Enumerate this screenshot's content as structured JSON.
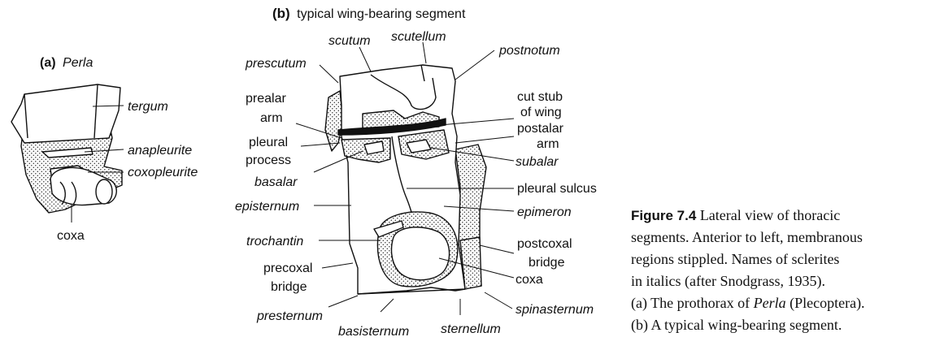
{
  "panel_a": {
    "tag": "(a)",
    "name": "Perla",
    "labels": {
      "tergum": "tergum",
      "anapleurite": "anapleurite",
      "coxopleurite": "coxopleurite",
      "coxa": "coxa"
    }
  },
  "panel_b": {
    "tag": "(b)",
    "name": "typical wing-bearing segment",
    "labels": {
      "scutum": "scutum",
      "scutellum": "scutellum",
      "postnotum": "postnotum",
      "prescutum": "prescutum",
      "prealar_1": "prealar",
      "prealar_2": "arm",
      "pleural_process_1": "pleural",
      "pleural_process_2": "process",
      "basalar": "basalar",
      "episternum": "episternum",
      "trochantin": "trochantin",
      "precoxal_bridge_1": "precoxal",
      "precoxal_bridge_2": "bridge",
      "presternum": "presternum",
      "basisternum": "basisternum",
      "sternellum": "sternellum",
      "cut_stub_1": "cut stub",
      "cut_stub_2": "of wing",
      "postalar_1": "postalar",
      "postalar_2": "arm",
      "subalar": "subalar",
      "pleural_sulcus": "pleural sulcus",
      "epimeron": "epimeron",
      "postcoxal_bridge_1": "postcoxal",
      "postcoxal_bridge_2": "bridge",
      "coxa": "coxa",
      "spinasternum": "spinasternum"
    }
  },
  "caption": {
    "figure_number": "Figure 7.4",
    "line1": "Lateral view of thoracic",
    "line2": "segments. Anterior to left, membranous",
    "line3": "regions stippled. Names of sclerites",
    "line4": "in italics (after Snodgrass, 1935).",
    "line5_a": "(a) The prothorax of ",
    "line5_taxon": "Perla",
    "line5_b": " (Plecoptera).",
    "line6": "(b) A typical wing-bearing segment."
  }
}
